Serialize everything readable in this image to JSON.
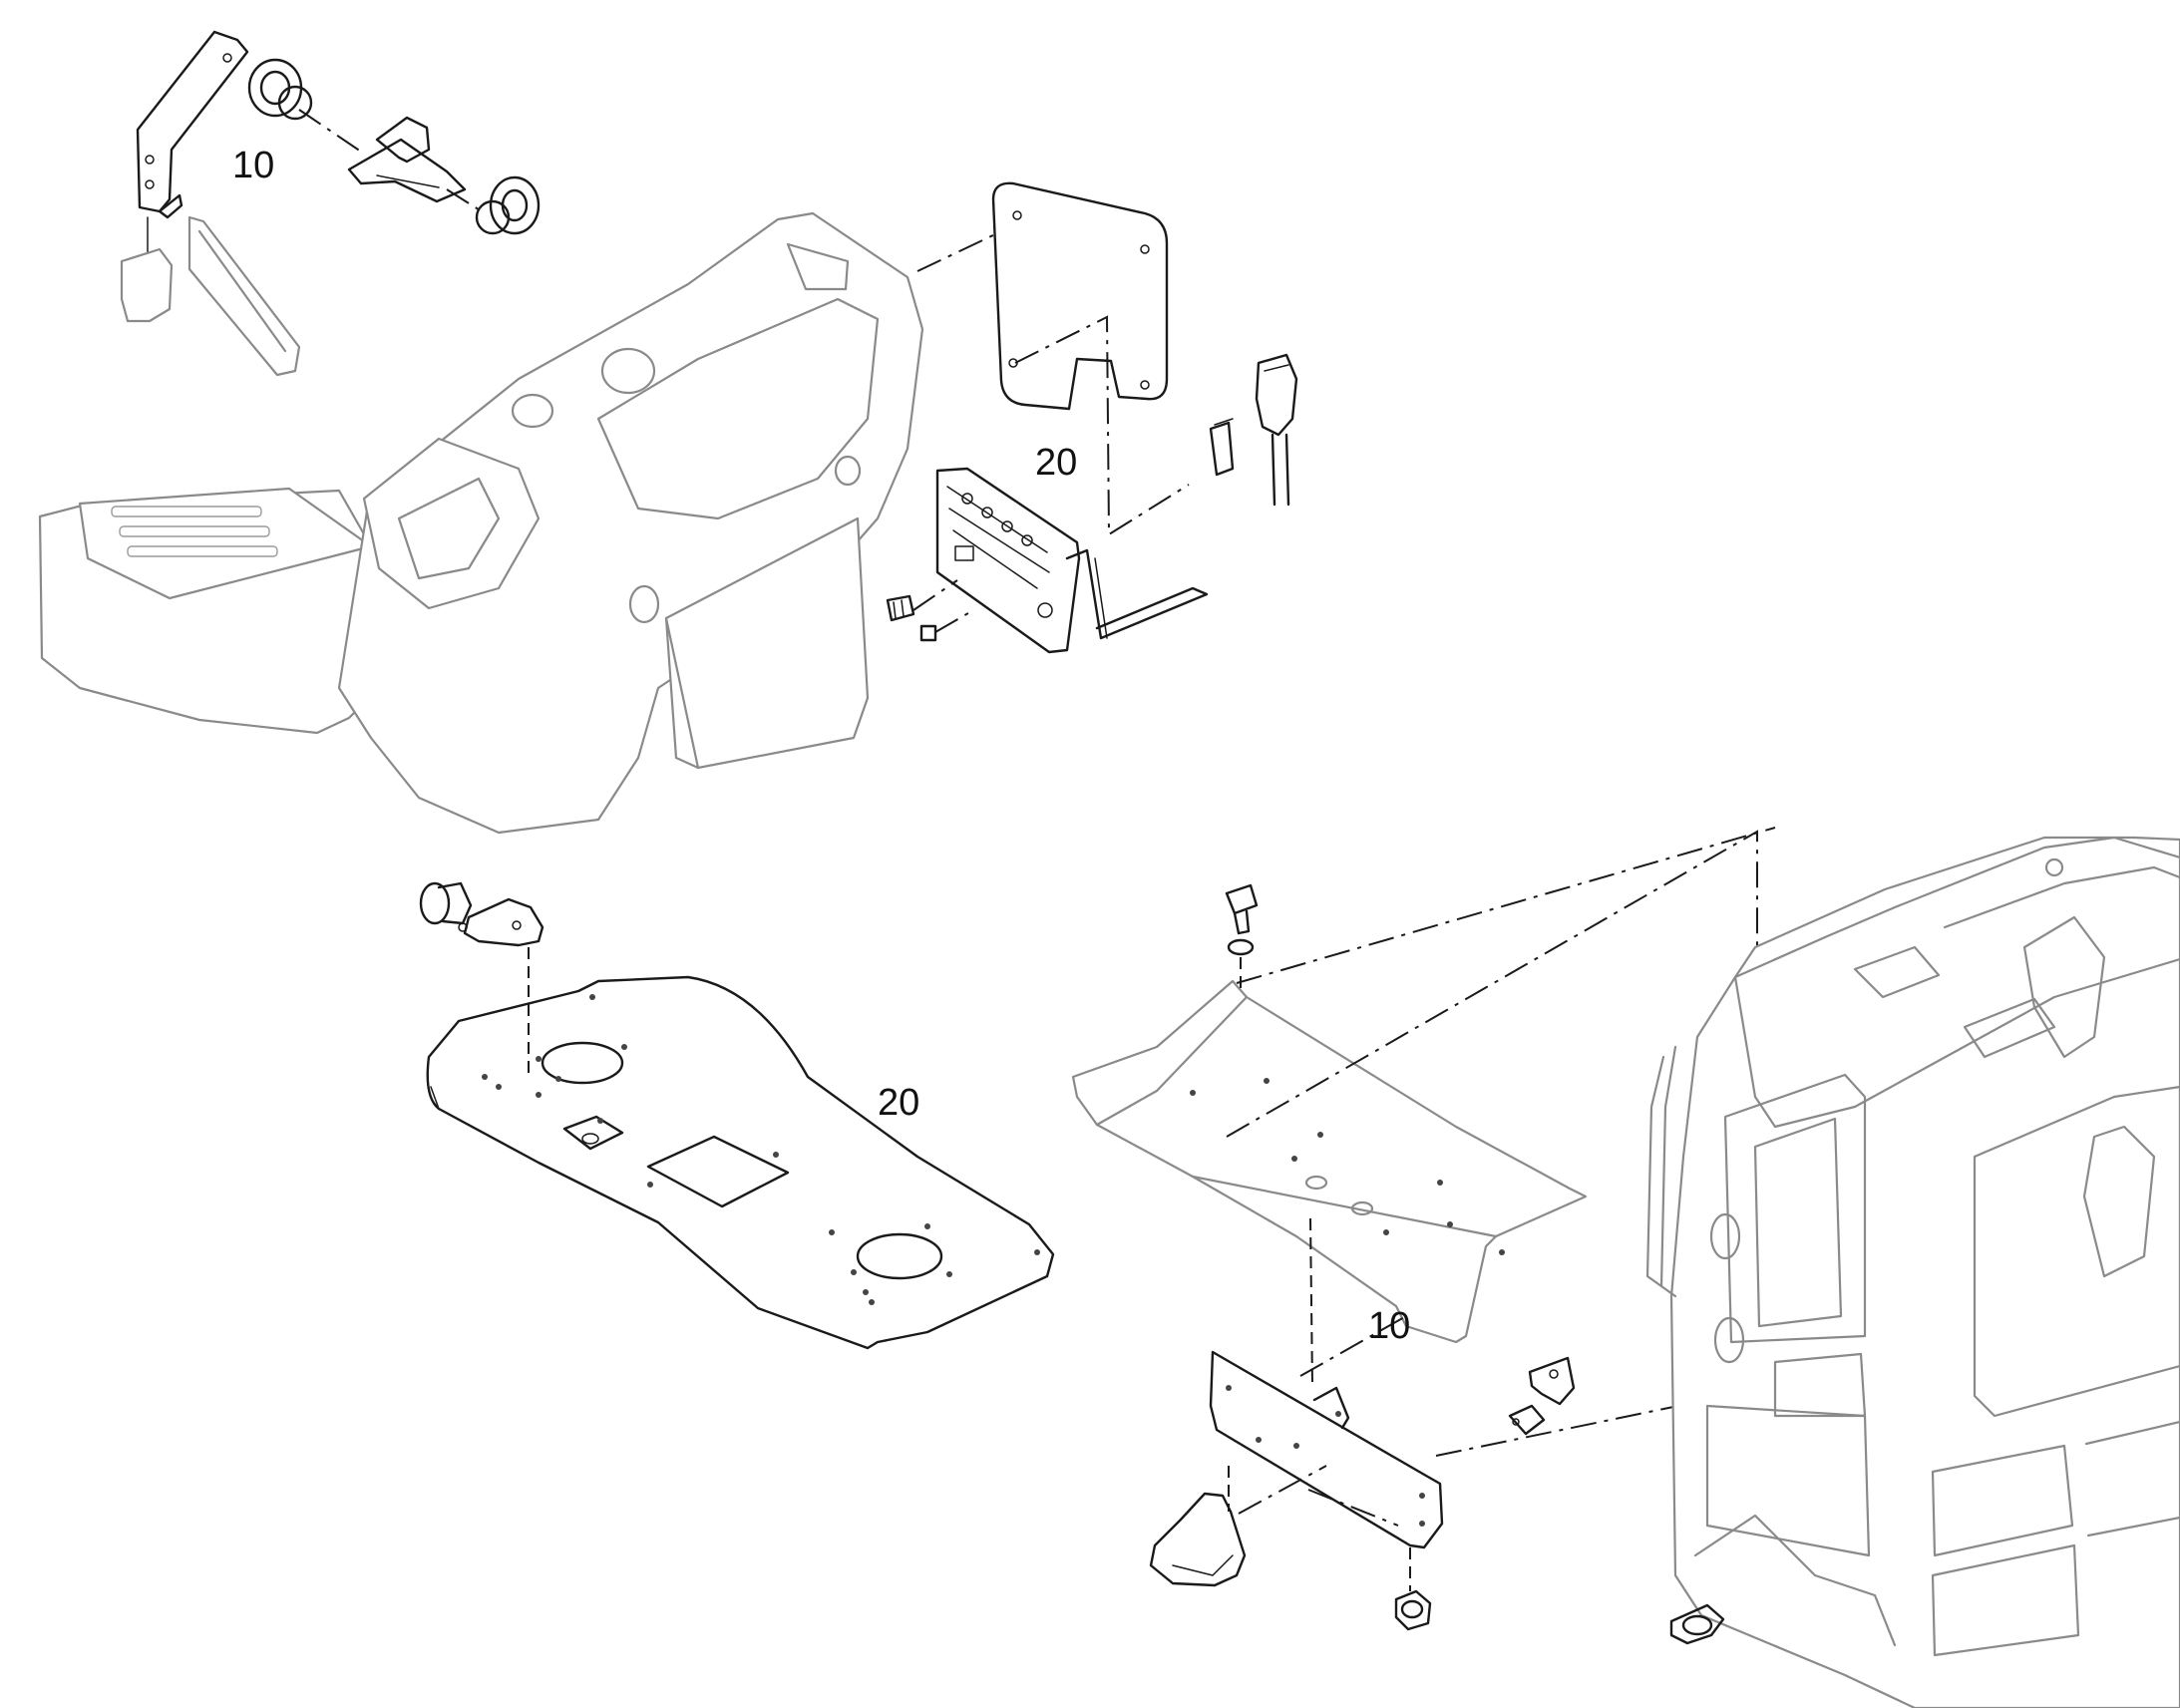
{
  "callouts": {
    "monitor_bracket": "10",
    "cover_panel": "20",
    "floor_plate": "20",
    "mount_bracket": "10"
  },
  "colors": {
    "ink": "#1a1a1a",
    "context_parts": "#8a8a8a",
    "background": "#ffffff"
  }
}
